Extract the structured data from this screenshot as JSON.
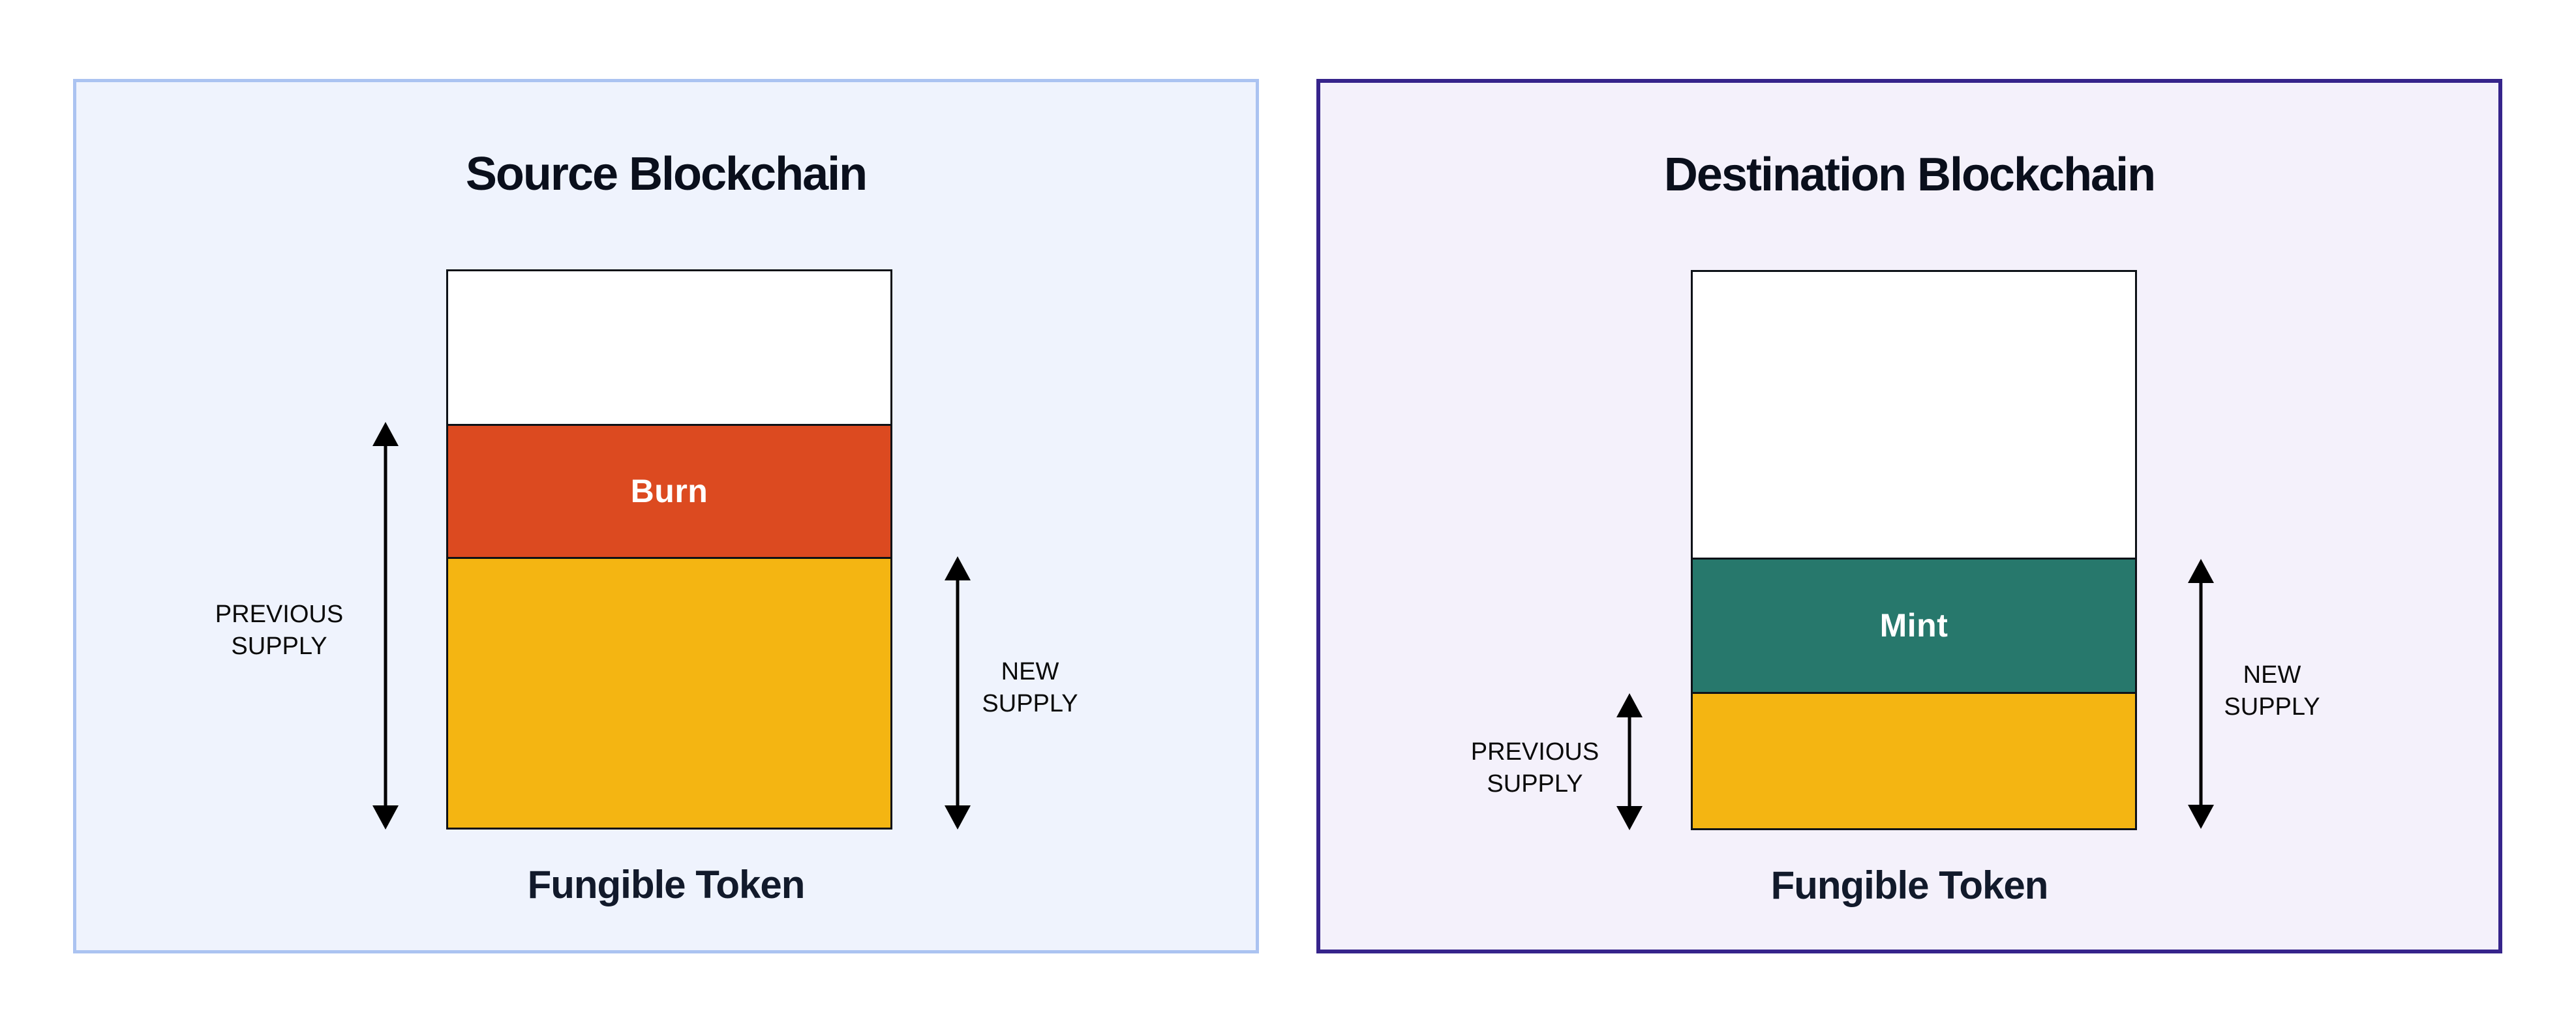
{
  "page": {
    "background": "#FFFFFF"
  },
  "panels": [
    {
      "title": "Source Blockchain",
      "caption": "Fungible Token",
      "background": "#EFF3FD",
      "border_color": "#ABC3F1",
      "bar": {
        "border_color": "#0D1117",
        "segments": [
          {
            "name": "removed-supply",
            "label": "",
            "color": "#FFFFFF",
            "height": "27.4%",
            "text_color": "#FFFFFF"
          },
          {
            "name": "burn",
            "label": "Burn",
            "color": "#DC4A20",
            "height": "23.9%",
            "text_color": "#FFFFFF"
          },
          {
            "name": "remaining-supply",
            "label": "",
            "color": "#F4B512",
            "height": "48.7%",
            "text_color": "#FFFFFF"
          }
        ]
      },
      "annotations": [
        {
          "name": "previous-supply",
          "label": "PREVIOUS\nSUPPLY",
          "side": "left",
          "spans": "burn + remaining supply"
        },
        {
          "name": "new-supply",
          "label": "NEW\nSUPPLY",
          "side": "right",
          "spans": "remaining supply"
        }
      ]
    },
    {
      "title": "Destination Blockchain",
      "caption": "Fungible Token",
      "background": "#F4F1FB",
      "border_color": "#36248B",
      "bar": {
        "border_color": "#0D1117",
        "segments": [
          {
            "name": "unminted-supply",
            "label": "",
            "color": "#FFFFFF",
            "height": "51.3%",
            "text_color": "#FFFFFF"
          },
          {
            "name": "mint",
            "label": "Mint",
            "color": "#27786C",
            "height": "24.2%",
            "text_color": "#FFFFFF"
          },
          {
            "name": "previous-supply",
            "label": "",
            "color": "#F4B512",
            "height": "24.5%",
            "text_color": "#FFFFFF"
          }
        ]
      },
      "annotations": [
        {
          "name": "previous-supply",
          "label": "PREVIOUS\nSUPPLY",
          "side": "left",
          "spans": "previous supply"
        },
        {
          "name": "new-supply",
          "label": "NEW\nSUPPLY",
          "side": "right",
          "spans": "mint + previous supply"
        }
      ]
    }
  ],
  "arrow_color": "#000000"
}
